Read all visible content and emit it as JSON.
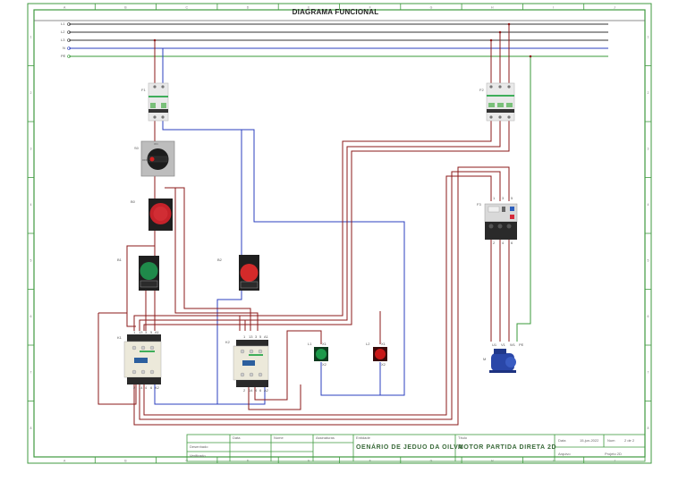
{
  "title": "DIAGRAMA FUNCIONAL",
  "colors": {
    "frame": "#3f9a3f",
    "phase_wire": "#8b1a1a",
    "neutral_wire": "#2b3fbf",
    "ground_wire": "#3a9a3a",
    "bus_line": "#333333"
  },
  "border": {
    "columns": [
      "A",
      "B",
      "C",
      "D",
      "E",
      "F",
      "G",
      "H",
      "I",
      "J"
    ],
    "rows": [
      "1",
      "2",
      "3",
      "4",
      "5",
      "6",
      "7",
      "8"
    ]
  },
  "bus": {
    "labels": [
      "L1",
      "L2",
      "L3",
      "N",
      "PE"
    ]
  },
  "components": {
    "f1": {
      "tag": "F1",
      "type": "circuit-breaker-2p"
    },
    "s0": {
      "tag": "S0",
      "type": "selector-switch"
    },
    "s0_positions": {
      "off": "OFF",
      "on": "ON"
    },
    "b0": {
      "tag": "B0",
      "type": "emergency-stop"
    },
    "b1": {
      "tag": "B1",
      "type": "pushbutton-green"
    },
    "b2": {
      "tag": "B2",
      "type": "pushbutton-red"
    },
    "k1": {
      "tag": "K1",
      "type": "contactor",
      "top_terminals": [
        "1",
        "13",
        "3",
        "5",
        "A1"
      ],
      "bottom_terminals": [
        "2",
        "14",
        "4",
        "6",
        "A2"
      ]
    },
    "k2": {
      "tag": "K2",
      "type": "contactor",
      "top_terminals": [
        "1",
        "13",
        "3",
        "5",
        "A1"
      ],
      "bottom_terminals": [
        "2",
        "14",
        "4",
        "6",
        "A2"
      ]
    },
    "l1": {
      "tag": "L1",
      "type": "pilot-light-green",
      "terminals": [
        "X1",
        "X2"
      ]
    },
    "l2": {
      "tag": "L2",
      "type": "pilot-light-red",
      "terminals": [
        "X1",
        "X2"
      ]
    },
    "f2": {
      "tag": "F2",
      "type": "circuit-breaker-3p"
    },
    "f3": {
      "tag": "F3",
      "type": "overload-relay",
      "top_terminals": [
        "1",
        "3",
        "5"
      ],
      "bottom_terminals": [
        "2",
        "4",
        "6"
      ]
    },
    "m": {
      "tag": "M",
      "type": "motor",
      "terminals": [
        "U1",
        "V1",
        "W1",
        "PE"
      ]
    }
  },
  "title_block": {
    "col_data": "Data",
    "col_nome": "Nome",
    "col_assinaturas": "Assinaturas",
    "row_desenhado": "Desenhado",
    "row_verificado": "Verificado",
    "entidade_label": "Entidade",
    "entidade_value": "OENÁRIO DE JEDUO DA OILVA",
    "titulo_label": "Título",
    "titulo_value": "MOTOR PARTIDA DIRETA 2D",
    "data_label": "Data",
    "data_value": "15-jun-2022",
    "num_label": "Num",
    "num_value": "2 de 2",
    "arquivo_label": "Arquivo",
    "arquivo_value": "Projeto 2D"
  }
}
